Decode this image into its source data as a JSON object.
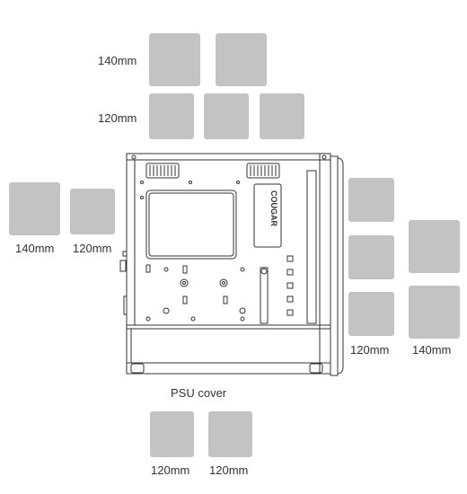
{
  "top_group": {
    "row1_label": "140mm",
    "row2_label": "120mm"
  },
  "front_group": {
    "label_140": "140mm",
    "label_120": "120mm"
  },
  "rear_group": {
    "label_120": "120mm",
    "label_140": "140mm"
  },
  "psu_cover": {
    "title": "PSU cover",
    "left_label": "120mm",
    "right_label": "120mm"
  },
  "case": {
    "brand_text": "COUGAR"
  },
  "colors": {
    "fan_fill": "#c3c3c3",
    "line": "#333333"
  }
}
